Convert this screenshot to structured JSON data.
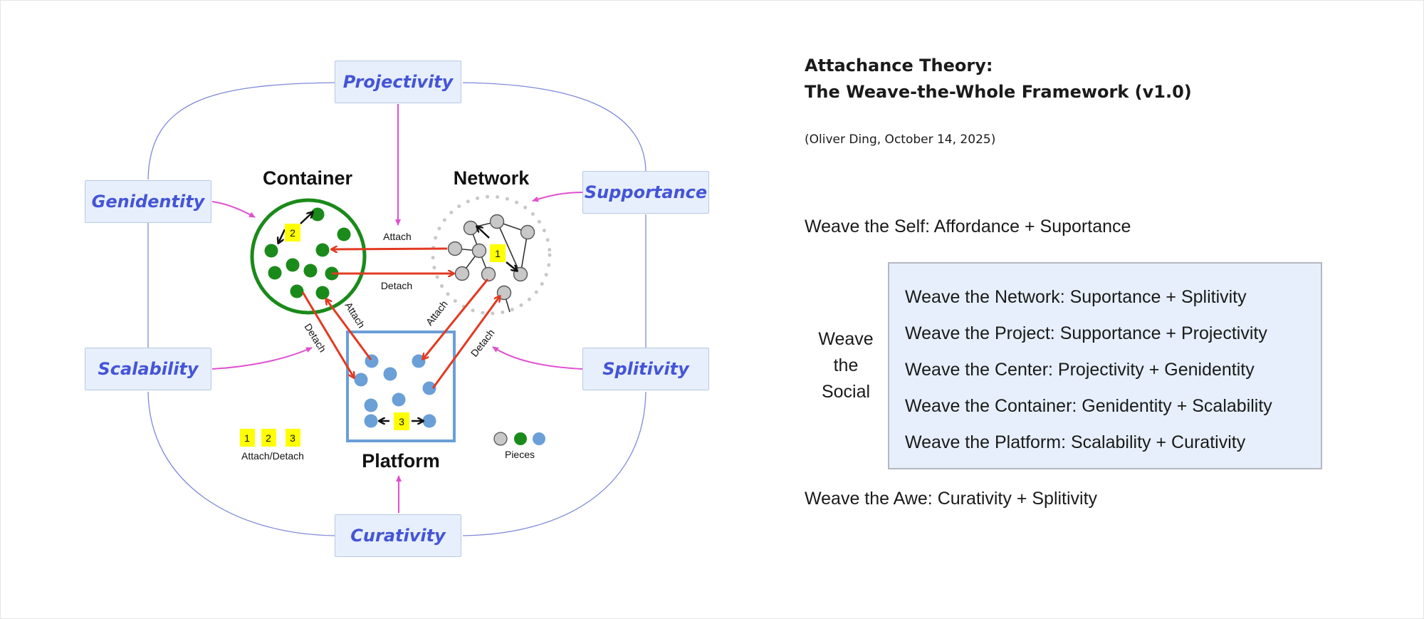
{
  "diagram": {
    "concepts": {
      "projectivity": "Projectivity",
      "genidentity": "Genidentity",
      "supportance": "Supportance",
      "scalability": "Scalability",
      "splitivity": "Splitivity",
      "curativity": "Curativity"
    },
    "regions": {
      "container": "Container",
      "network": "Network",
      "platform": "Platform"
    },
    "edge_labels": {
      "attach": "Attach",
      "detach": "Detach"
    },
    "badges": [
      "1",
      "2",
      "3"
    ],
    "legend": {
      "badges_label": "Attach/Detach",
      "pieces_label": "Pieces"
    },
    "colors": {
      "concept_text": "#4554d6",
      "concept_fill": "#e6effb",
      "container_green": "#1a8a1a",
      "network_gray": "#c8c8c8",
      "platform_blue": "#6a9fd8",
      "arrow_red": "#e23a22",
      "arrow_magenta": "#e050d0",
      "loop_blue": "#8088d8",
      "badge_yellow": "#ffff00"
    }
  },
  "text_panel": {
    "title_line1": "Attachance Theory:",
    "title_line2": "The Weave-the-Whole Framework (v1.0)",
    "author": "(Oliver Ding, October 14, 2025)",
    "weave_self": "Weave the Self: Affordance + Suportance",
    "weave_social_label": [
      "Weave",
      "the",
      "Social"
    ],
    "weave_social_items": [
      "Weave the Network: Suportance + Splitivity",
      "Weave the Project: Supportance + Projectivity",
      "Weave the Center: Projectivity + Genidentity",
      "Weave the Container: Genidentity + Scalability",
      "Weave the Platform: Scalability + Curativity"
    ],
    "weave_awe": "Weave the Awe: Curativity + Splitivity"
  }
}
